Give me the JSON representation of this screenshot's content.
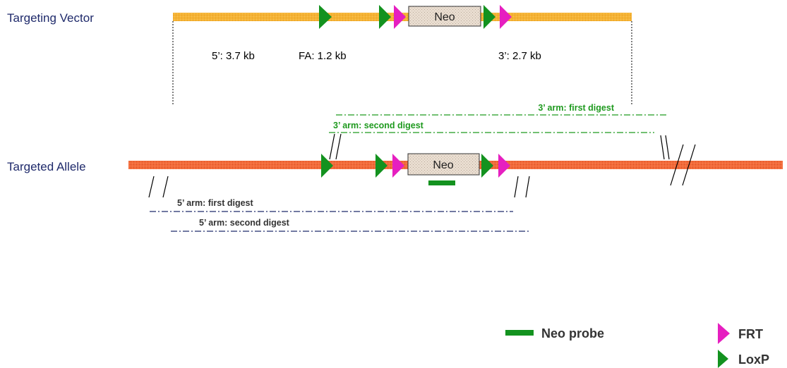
{
  "labels": {
    "targeting_vector": "Targeting Vector",
    "targeted_allele": "Targeted Allele",
    "arm_5": "5’: 3.7 kb",
    "arm_fa": "FA: 1.2 kb",
    "arm_3": "3’: 2.7 kb",
    "neo_vector": "Neo",
    "neo_allele": "Neo"
  },
  "digests": {
    "three_first": "3’ arm: first digest",
    "three_second": "3’ arm: second digest",
    "five_first": "5’ arm: first digest",
    "five_second": "5’ arm: second digest"
  },
  "legend": {
    "neo_probe": "Neo probe",
    "frt": "FRT",
    "loxp": "LoxP"
  },
  "colors": {
    "vector_bar": "#f5b335",
    "allele_bar": "#f26b3a",
    "loxp": "#13921f",
    "frt": "#e61fc0",
    "probe": "#13921f",
    "green_digest": "#1f9a1f",
    "navy_digest": "#1f2a6b",
    "neo_box": "#e9ddd0"
  }
}
